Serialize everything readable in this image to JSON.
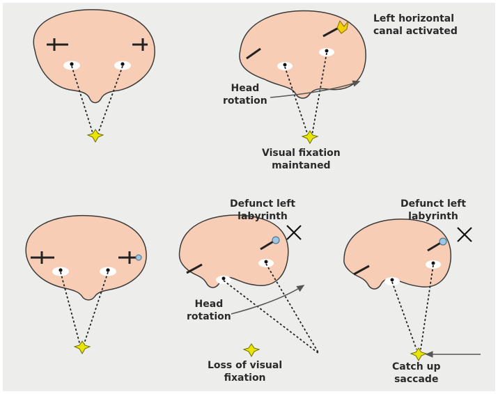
{
  "labels": {
    "top_right_l1": "Left horizontal",
    "top_right_l2": "canal activated",
    "head_rotation_top_l1": "Head",
    "head_rotation_top_l2": "rotation",
    "fixation_maintained_l1": "Visual fixation",
    "fixation_maintained_l2": "maintaned",
    "defunct_mid_l1": "Defunct left",
    "defunct_mid_l2": "labyrinth",
    "defunct_right_l1": "Defunct left",
    "defunct_right_l2": "labyrinth",
    "head_rotation_bottom_l1": "Head",
    "head_rotation_bottom_l2": "rotation",
    "loss_fixation_l1": "Loss of visual",
    "loss_fixation_l2": "fixation",
    "catch_up_l1": "Catch up",
    "catch_up_l2": "saccade"
  },
  "colors": {
    "head_fill": "#f7cdb6",
    "head_stroke": "#3a3a3a",
    "target": "#e8e600",
    "labyrinth_active": "#f2d000",
    "labyrinth_defunct": "#9ec6e2",
    "background": "#ededeb"
  }
}
